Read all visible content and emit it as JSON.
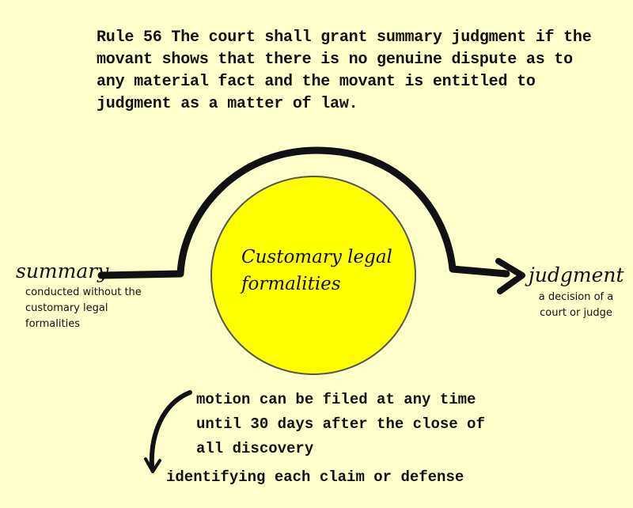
{
  "rule": {
    "text": "Rule 56 The court shall grant summary judgment if the movant shows that there is no genuine dispute as to any material fact and the movant is entitled to judgment as a matter of law."
  },
  "summary": {
    "term": "summary",
    "definition": "conducted without the customary legal formalities"
  },
  "judgment": {
    "term": "judgment",
    "definition": "a decision of a court or judge"
  },
  "circle": {
    "text": "Customary legal formalities",
    "fill": "#ffff00"
  },
  "motion": {
    "text": "motion can be filed at any time until 30 days after the close of all discovery"
  },
  "identify": {
    "text": "identifying each claim or defense"
  },
  "colors": {
    "background": "#ffffcc",
    "ink": "#111111",
    "circle_fill": "#ffff00"
  }
}
